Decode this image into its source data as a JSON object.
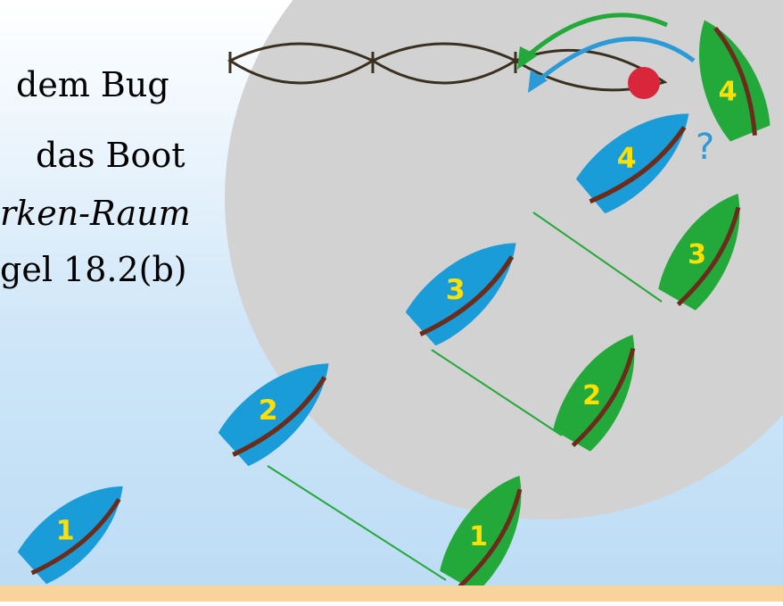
{
  "text_lines": [
    "dem Bug",
    "das Boot",
    "rken-Raum",
    "gel 18.2(b)"
  ],
  "boat_numbers": [
    "1",
    "2",
    "3",
    "4"
  ],
  "question_mark": "?",
  "colors": {
    "blue_boat": "#1a9cd8",
    "green_boat": "#23a83a",
    "mark": "#d9263a",
    "circle": "#d2d2d2",
    "arrow_green": "#23a83a",
    "arrow_blue": "#2b9ad6",
    "bottom_bar": "#f9d39c"
  }
}
